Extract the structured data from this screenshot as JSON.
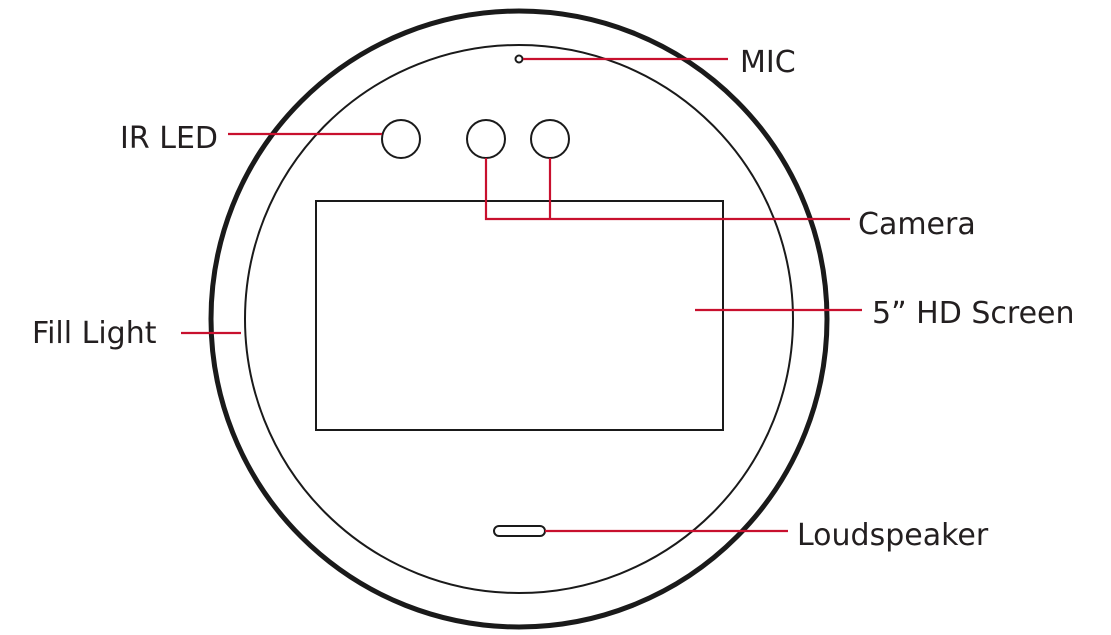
{
  "colors": {
    "outline": "#1a1a1a",
    "leader": "#c8102e",
    "text": "#231f20"
  },
  "labels": {
    "mic": "MIC",
    "ir_led": "IR LED",
    "camera": "Camera",
    "fill_light": "Fill Light",
    "screen": "5” HD Screen",
    "loudspeaker": "Loudspeaker"
  }
}
